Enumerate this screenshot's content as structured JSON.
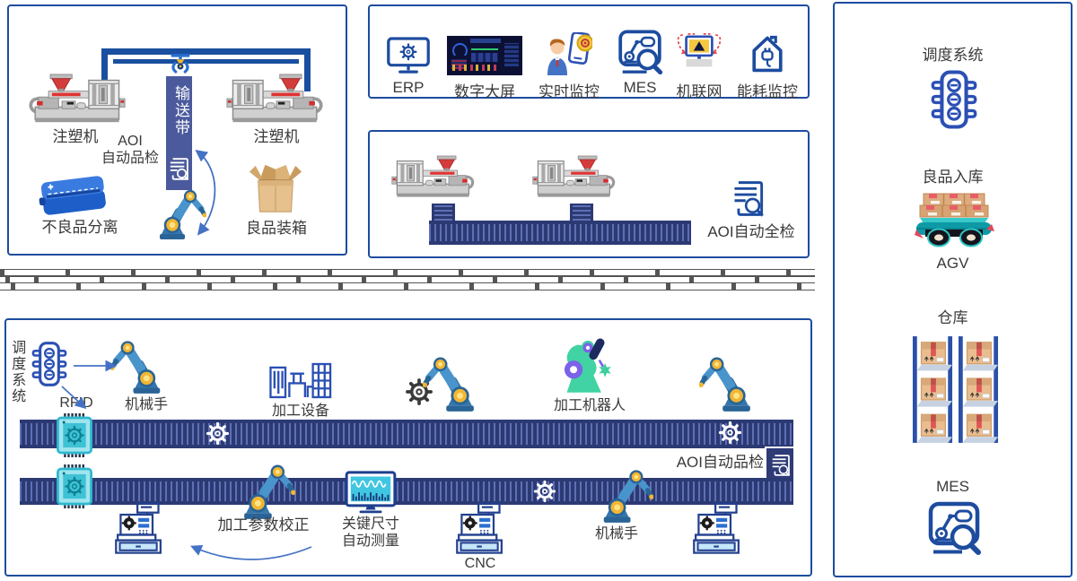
{
  "colors": {
    "panel_border": "#1d4c9f",
    "conveyor": "#2c3a74",
    "conveyor_stripe": "#5f6fb4",
    "belt_bar": "#4a5a9c",
    "arrow": "#4472c4",
    "accent_blue": "#1e4ba0",
    "rfid_cyan": "#3ec2d5",
    "robot_blue": "#4a94cc",
    "joint_yellow": "#f2b632"
  },
  "icons": {
    "gear-icon": "svg-gear-outline",
    "document-magnifier-icon": "svg-doc-search",
    "traffic-light-icon": "svg-traffic-light",
    "robot-arm-icon": "svg-robot-arm",
    "injection-machine-icon": "svg-molding-machine",
    "rfid-chip-icon": "svg-chip",
    "cnc-machine-icon": "svg-cnc",
    "agv-icon": "svg-agv",
    "warehouse-rack-icon": "svg-rack",
    "monitor-gear-icon": "svg-erp",
    "person-phone-icon": "svg-realtime",
    "screen-alert-icon": "svg-iot",
    "house-plug-icon": "svg-energy",
    "gripper-icon": "svg-gripper"
  },
  "molding": {
    "machine_left": "注塑机",
    "machine_right": "注塑机",
    "belt": "输送带",
    "aoi_line1": "AOI",
    "aoi_line2": "自动品检",
    "reject": "不良品分离",
    "pack": "良品装箱"
  },
  "systems": {
    "erp": "ERP",
    "big_screen": "数字大屏",
    "realtime": "实时监控",
    "mes": "MES",
    "iot": "机联网",
    "energy": "能耗监控"
  },
  "inspection": {
    "aoi_full": "AOI自动全检"
  },
  "logistics": {
    "scheduling": "调度系统",
    "inbound": "良品入库",
    "agv": "AGV",
    "warehouse": "仓库",
    "mes": "MES"
  },
  "machining": {
    "scheduling": "调度系统",
    "rfid": "RFID",
    "robot_arm1": "机械手",
    "equipment": "加工设备",
    "process_robot": "加工机器人",
    "aoi": "AOI自动品检",
    "calibration": "加工参数校正",
    "measure_line1": "关键尺寸",
    "measure_line2": "自动测量",
    "cnc": "CNC",
    "robot_arm2": "机械手"
  }
}
